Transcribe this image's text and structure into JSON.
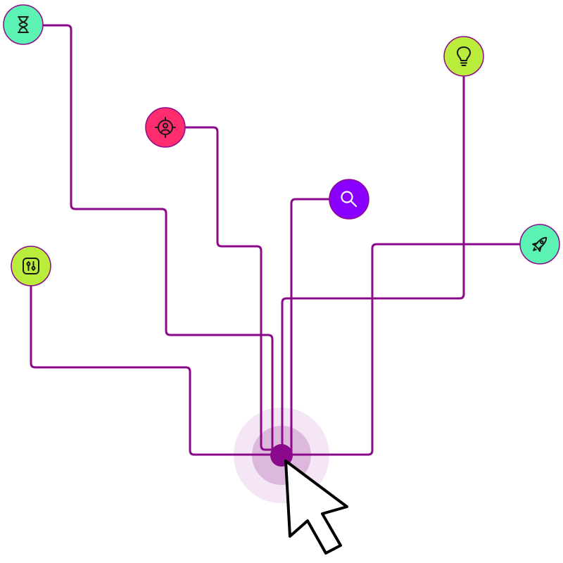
{
  "colors": {
    "background": "#ffffff",
    "wire": "#8b0a8b",
    "hub": "#8b0a8b",
    "halo_outer": "#f4e6f4",
    "halo_inner": "#dcb8dc",
    "cursor_fill": "#ffffff",
    "cursor_stroke": "#000000"
  },
  "nodes": [
    {
      "id": "hourglass",
      "icon": "hourglass-icon",
      "fill": "#5cf2b4"
    },
    {
      "id": "user-target",
      "icon": "user-target-icon",
      "fill": "#ff2d6e"
    },
    {
      "id": "search",
      "icon": "search-icon",
      "fill": "#8a00ff"
    },
    {
      "id": "lightbulb",
      "icon": "lightbulb-icon",
      "fill": "#b9ec3b"
    },
    {
      "id": "rocket",
      "icon": "rocket-icon",
      "fill": "#5cf2b4"
    },
    {
      "id": "controls",
      "icon": "controls-icon",
      "fill": "#b9ec3b"
    }
  ],
  "hub": {
    "icon": "hub-dot"
  },
  "cursor": {
    "icon": "pointer-cursor-icon"
  }
}
